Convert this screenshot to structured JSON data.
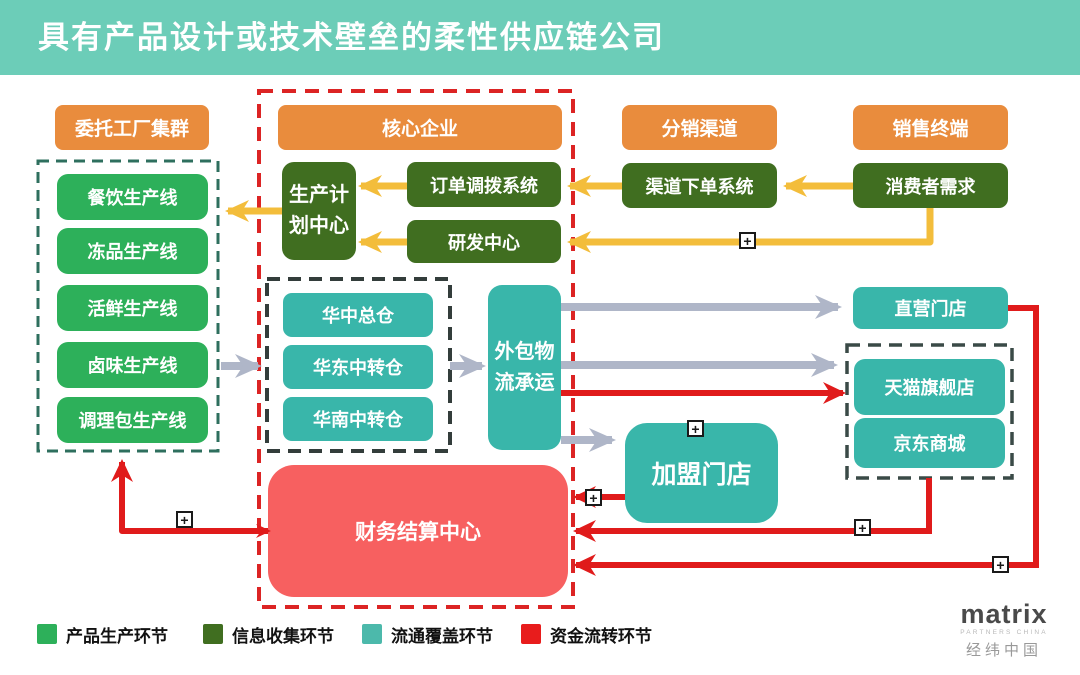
{
  "title": "具有产品设计或技术壁垒的柔性供应链公司",
  "section_headers": {
    "factory_cluster": "委托工厂集群",
    "core_enterprise": "核心企业",
    "distribution_channel": "分销渠道",
    "sales_terminal": "销售终端"
  },
  "production_lines": [
    {
      "label": "餐饮生产线"
    },
    {
      "label": "冻品生产线"
    },
    {
      "label": "活鲜生产线"
    },
    {
      "label": "卤味生产线"
    },
    {
      "label": "调理包生产线"
    }
  ],
  "core": {
    "production_planning": "生产计划中心",
    "order_dispatch": "订单调拨系统",
    "rnd_center": "研发中心",
    "finance_center": "财务结算中心"
  },
  "info_nodes": {
    "channel_order": "渠道下单系统",
    "consumer_demand": "消费者需求"
  },
  "warehouses": [
    {
      "label": "华中总仓"
    },
    {
      "label": "华东中转仓"
    },
    {
      "label": "华南中转仓"
    }
  ],
  "logistics": {
    "label": "外包物流承运"
  },
  "stores": {
    "direct": "直营门店",
    "tmall": "天猫旗舰店",
    "jd": "京东商城",
    "franchise": "加盟门店"
  },
  "legend": [
    {
      "label": "产品生产环节",
      "color": "#2DB05A"
    },
    {
      "label": "信息收集环节",
      "color": "#406E20"
    },
    {
      "label": "流通覆盖环节",
      "color": "#4CB9AB"
    },
    {
      "label": "资金流转环节",
      "color": "#E81C1C"
    }
  ],
  "logo": {
    "brand": "matrix",
    "subtitle": "PARTNERS CHINA",
    "chinese": "经纬中国"
  },
  "colors": {
    "header_bg": "#6CCDB8",
    "section_orange": "#E98C3D",
    "production_green": "#2DB05A",
    "info_dark_green": "#406E20",
    "circulation_teal": "#39B6AA",
    "finance_salmon": "#F76060",
    "arrow_yellow": "#F3BD3B",
    "arrow_gray": "#AFB6C8",
    "arrow_red": "#E01B1B",
    "dashed_core_red": "#DC2424",
    "dashed_factory_teal": "#2E6F5E",
    "dashed_dark": "#3A4A47"
  }
}
